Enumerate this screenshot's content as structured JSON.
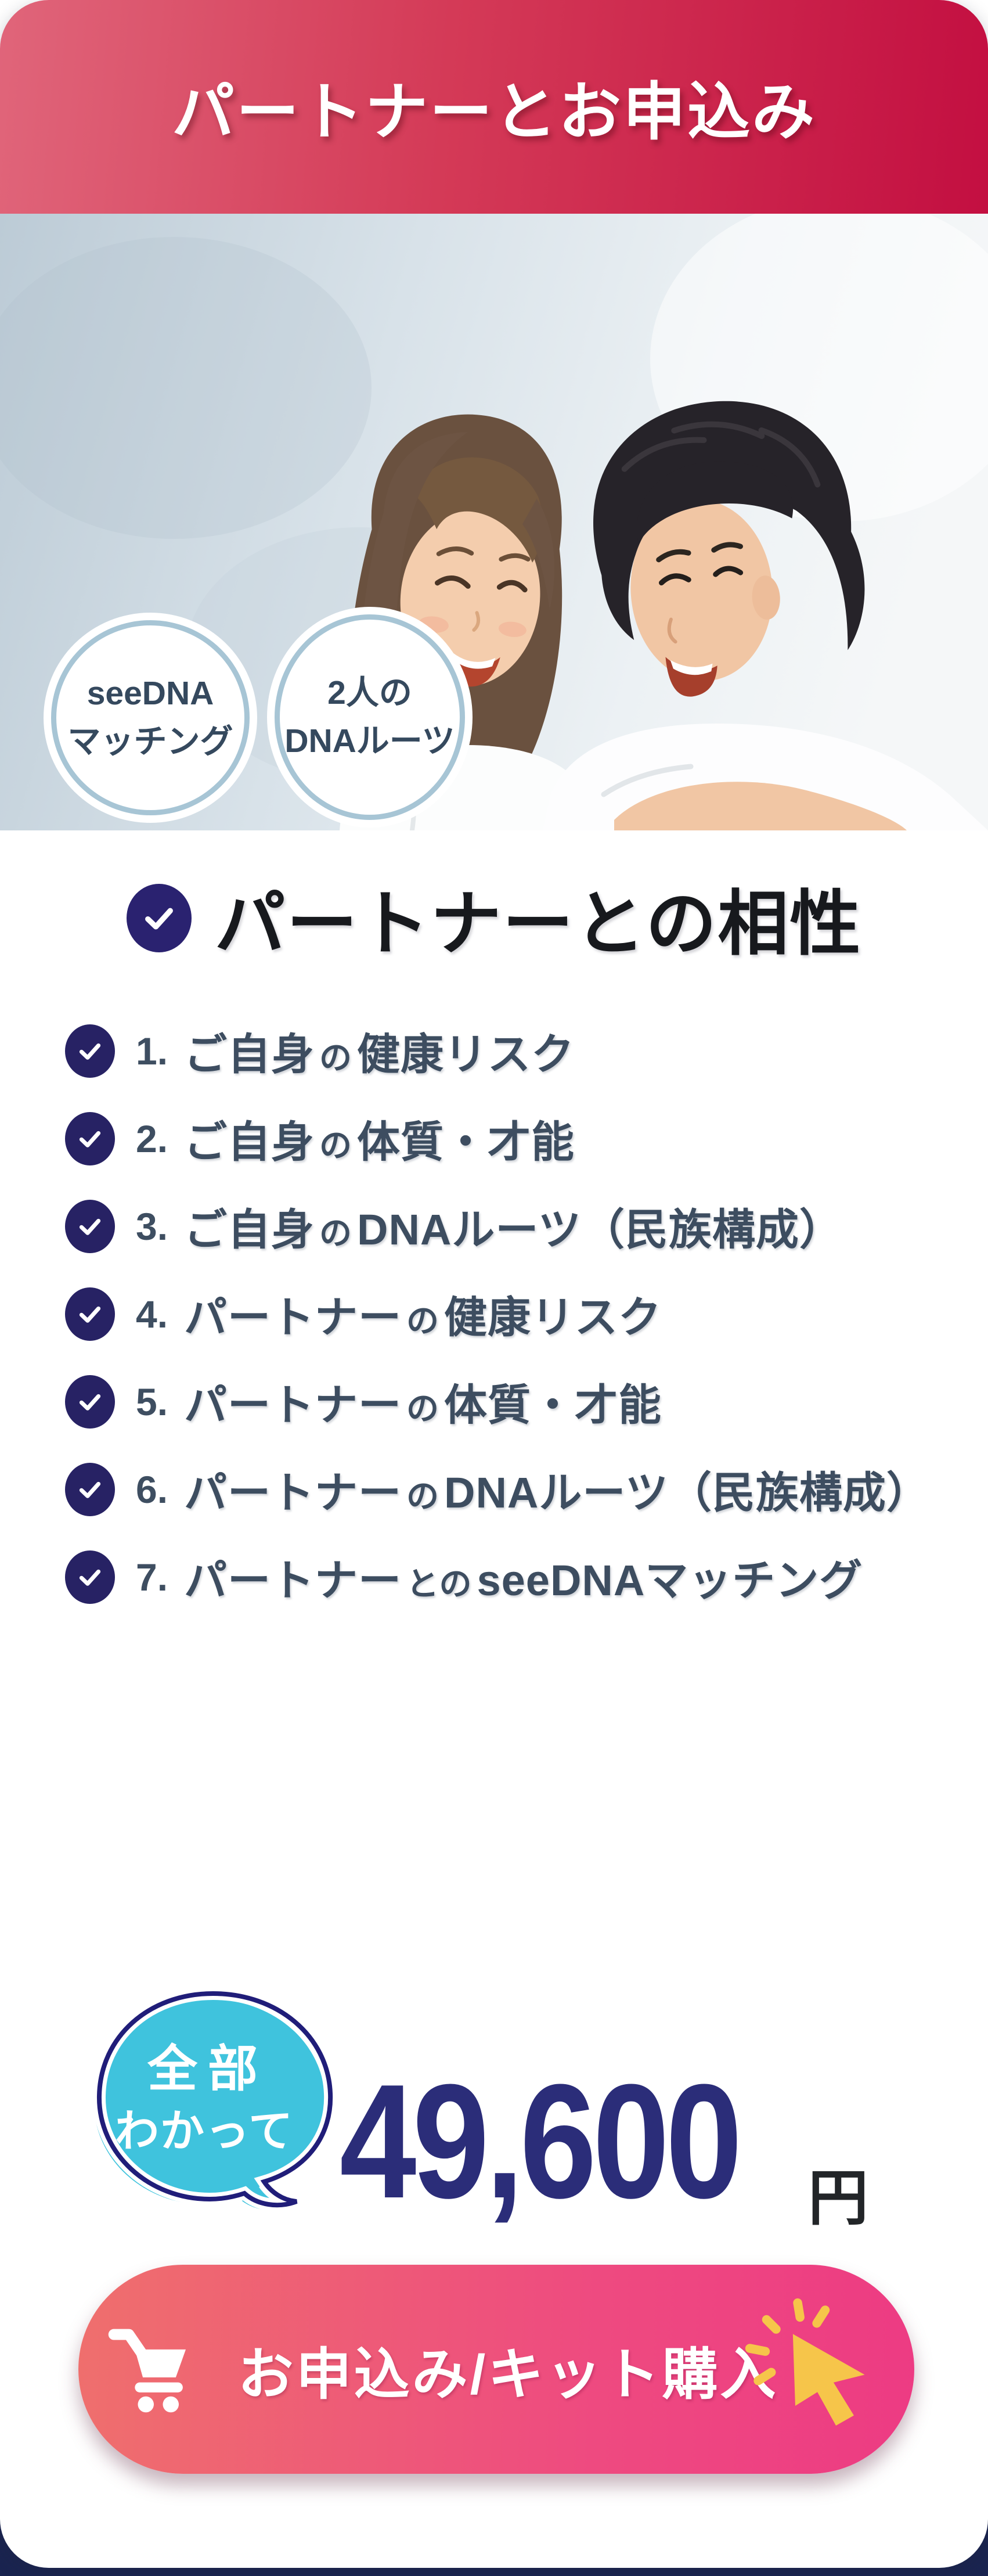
{
  "header": {
    "title": "パートナーとお申込み"
  },
  "hero": {
    "photo": "smiling-couple-in-white-shirts",
    "badges": [
      {
        "line1": "seeDNA",
        "line2": "マッチング"
      },
      {
        "line1": "2人の",
        "line2": "DNAルーツ"
      }
    ]
  },
  "section": {
    "title": "パートナーとの相性",
    "icon": "check-circle-icon"
  },
  "features": [
    {
      "num": "1.",
      "parts": [
        {
          "t": "ご自身"
        },
        {
          "t": "の",
          "sm": true
        },
        {
          "t": "健康リスク"
        }
      ]
    },
    {
      "num": "2.",
      "parts": [
        {
          "t": "ご自身"
        },
        {
          "t": "の",
          "sm": true
        },
        {
          "t": "体質・才能"
        }
      ]
    },
    {
      "num": "3.",
      "parts": [
        {
          "t": "ご自身"
        },
        {
          "t": "の",
          "sm": true
        },
        {
          "t": "DNAルーツ（民族構成）"
        }
      ]
    },
    {
      "num": "4.",
      "parts": [
        {
          "t": "パートナー"
        },
        {
          "t": "の",
          "sm": true
        },
        {
          "t": "健康リスク"
        }
      ]
    },
    {
      "num": "5.",
      "parts": [
        {
          "t": "パートナー"
        },
        {
          "t": "の",
          "sm": true
        },
        {
          "t": "体質・才能"
        }
      ]
    },
    {
      "num": "6.",
      "parts": [
        {
          "t": "パートナー"
        },
        {
          "t": "の",
          "sm": true
        },
        {
          "t": "DNAルーツ（民族構成）"
        }
      ]
    },
    {
      "num": "7.",
      "parts": [
        {
          "t": "パートナー"
        },
        {
          "t": "との",
          "sm": true
        },
        {
          "t": "seeDNAマッチング"
        }
      ]
    }
  ],
  "price": {
    "bubble_line1": "全部",
    "bubble_line2": "わかって",
    "amount": "49,600",
    "unit": "円"
  },
  "cta": {
    "label": "お申込み/キット購入",
    "left_icon": "shopping-cart-icon",
    "right_icon": "click-cursor-icon"
  },
  "colors": {
    "header_gradient_left": "#e0657a",
    "header_gradient_right": "#c30f41",
    "check_navy": "#272264",
    "title_check_navy": "#2a2270",
    "list_text": "#3d4d60",
    "badge_ring": "#a7c5d5",
    "badge_text": "#35495e",
    "bubble_fill": "#3fc3dd",
    "bubble_outline": "#201d79",
    "price_navy": "#2b2d79",
    "yen_dark": "#222528",
    "button_gradient_left": "#ef6f6d",
    "button_gradient_right": "#ed3b83",
    "cursor_yellow": "#f6c54a",
    "bottom_strip_navy": "#1a2450"
  }
}
